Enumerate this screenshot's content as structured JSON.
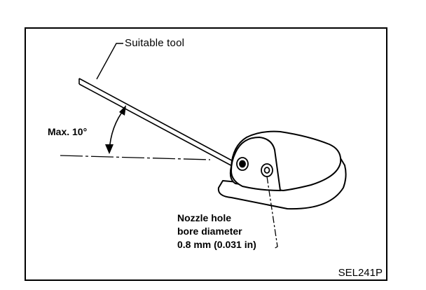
{
  "labels": {
    "tool": "Suitable tool",
    "angle": "Max. 10°",
    "nozzle_line1": "Nozzle hole",
    "nozzle_line2": "bore diameter",
    "nozzle_line3": "0.8 mm (0.031 in)",
    "figure_code": "SEL241P"
  },
  "colors": {
    "ink": "#000000",
    "paper": "#ffffff"
  }
}
